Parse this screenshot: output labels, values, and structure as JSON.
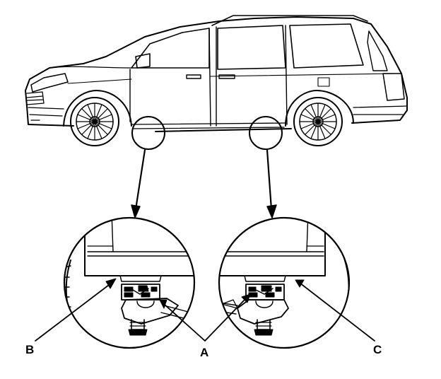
{
  "labels": {
    "a": "A",
    "b": "B",
    "c": "C"
  },
  "colors": {
    "line": "#000000",
    "background": "#ffffff"
  },
  "icons": {
    "vehicle": "minivan-side-view-icon",
    "detail_left": "lift-point-front-detail-icon",
    "detail_right": "lift-point-rear-detail-icon"
  }
}
